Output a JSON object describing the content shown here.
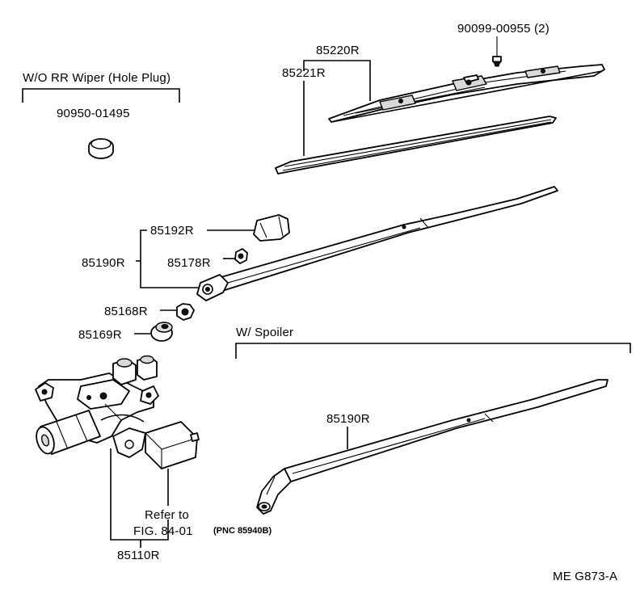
{
  "labels": {
    "bolt_part": "90099-00955 (2)",
    "blade_part": "85220R",
    "refill_part": "85221R",
    "hole_plug_heading": "W/O RR Wiper (Hole Plug)",
    "hole_plug_part": "90950-01495",
    "cap_part": "85192R",
    "arm_part": "85190R",
    "arm_nut_part": "85178R",
    "pivot_nut_part": "85168R",
    "grommet_part": "85169R",
    "spoiler_heading": "W/ Spoiler",
    "spoiler_arm_part": "85190R",
    "refer_line1": "Refer to",
    "refer_line2": "FIG. 84-01",
    "refer_pnc": "(PNC 85940B)",
    "motor_part": "85110R",
    "diagram_code": "ME  G873-A"
  },
  "icons": [
    "wiper-blade-icon",
    "blade-refill-icon",
    "hole-plug-icon",
    "wiper-arm-icon",
    "arm-cap-icon",
    "nut-icon",
    "grommet-icon",
    "wiper-motor-icon",
    "relay-icon",
    "spoiler-wiper-arm-icon",
    "screw-icon"
  ]
}
